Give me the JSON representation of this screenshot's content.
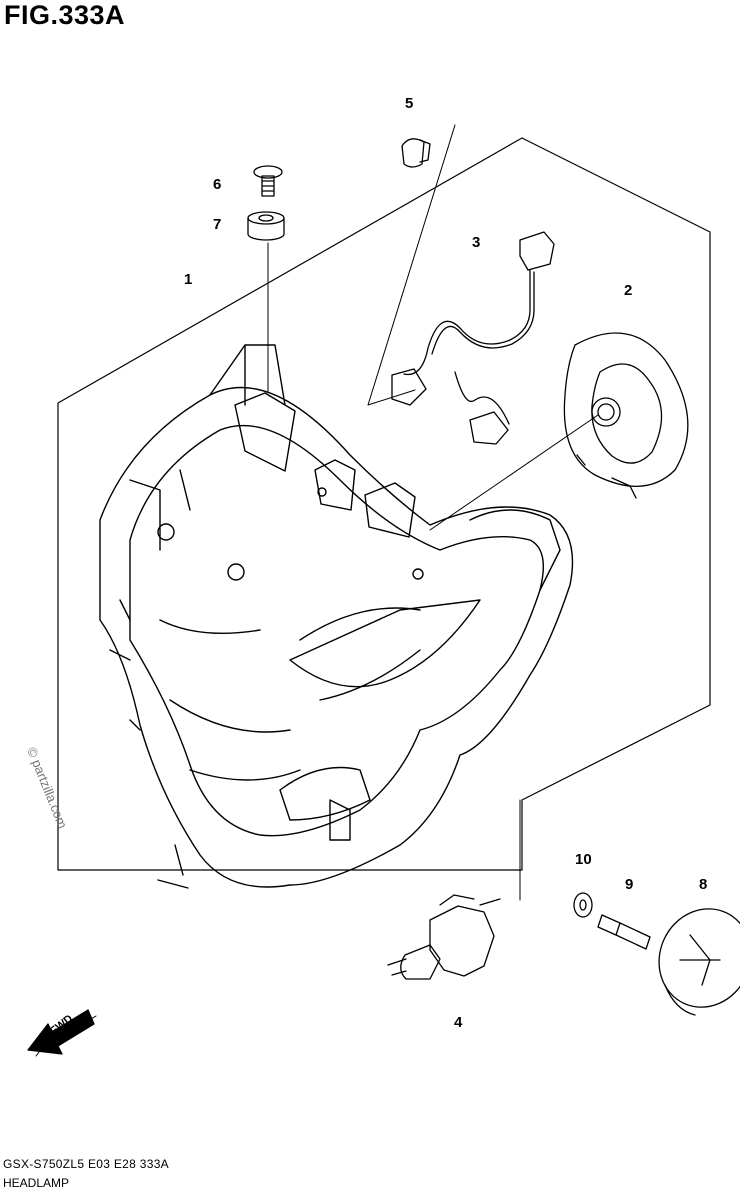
{
  "figure": {
    "title": "FIG.333A",
    "model_code": "GSX-S750ZL5  E03  E28  333A",
    "caption": "HEADLAMP",
    "watermark": "© partzilla.com",
    "fwd_label": "FWD"
  },
  "callouts": {
    "c1": "1",
    "c2": "2",
    "c3": "3",
    "c4": "4",
    "c5": "5",
    "c6": "6",
    "c7": "7",
    "c8": "8",
    "c9": "9",
    "c10": "10"
  },
  "icons": {
    "fwd_arrow": "fwd-arrow-icon"
  }
}
